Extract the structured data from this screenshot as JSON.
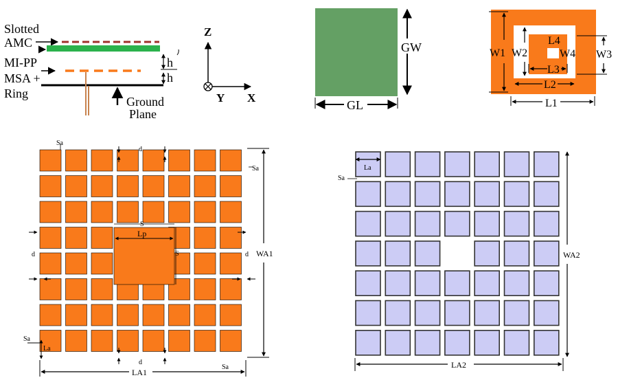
{
  "colors": {
    "orange": "#F97A1B",
    "green": "#64A064",
    "green_strip": "#2BB24C",
    "lavender": "#CCCCF5",
    "line": "#000000",
    "feed": "#C8834E"
  },
  "side_view": {
    "labels": [
      "Slotted",
      "AMC",
      "MI-PP",
      "MSA +",
      "Ring"
    ],
    "h_top": "h",
    "h_bottom": "h",
    "ground_plane": [
      "Ground",
      "Plane"
    ]
  },
  "axes": {
    "z": "Z",
    "y": "Y",
    "x": "X"
  },
  "ground_view": {
    "width_label": "GW",
    "length_label": "GL"
  },
  "ring_view": {
    "labels": {
      "w1": "W1",
      "w2": "W2",
      "w3": "W3",
      "w4": "W4",
      "l1": "L1",
      "l2": "L2",
      "l3": "L3",
      "l4": "L4"
    }
  },
  "amc1": {
    "grid": 8,
    "hole_index_range": [
      3,
      4
    ],
    "labels": {
      "sa_top": "Sa",
      "sa_right": "Sa",
      "sa_left": "Sa",
      "sa_bottom": "Sa",
      "d_top": "d",
      "d_bottom": "d",
      "d_left": "d",
      "d_right": "d",
      "s_top": "S",
      "s_right": "S",
      "lp": "Lp",
      "la": "La",
      "wa1": "WA1",
      "la1": "LA1"
    }
  },
  "amc2": {
    "grid": 7,
    "hole": [
      3,
      3
    ],
    "labels": {
      "la": "La",
      "sa": "Sa",
      "wa2": "WA2",
      "la2": "LA2"
    }
  }
}
